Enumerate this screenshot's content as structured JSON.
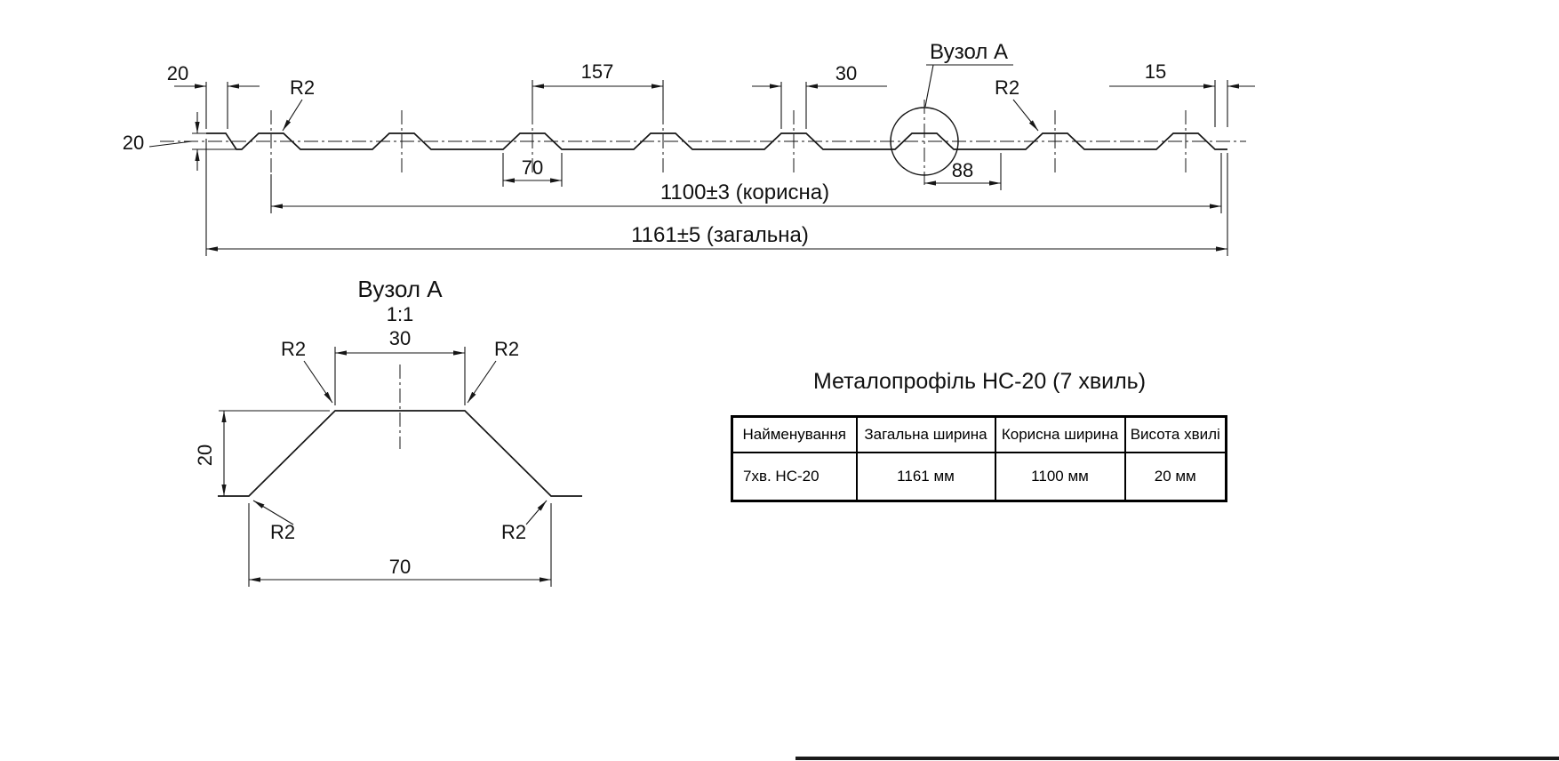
{
  "drawing": {
    "section": {
      "dim_edge_left_top": "20",
      "dim_left_height": "20",
      "r2_left": "R2",
      "dim_pitch": "157",
      "dim_rib_top": "30",
      "node_ref": "Вузол А",
      "r2_right": "R2",
      "dim_edge_right": "15",
      "dim_rib_bottom": "70",
      "dim_overlap": "88",
      "dim_useful": "1100±3 (корисна)",
      "dim_total": "1161±5 (загальна)"
    },
    "detail": {
      "title": "Вузол А",
      "scale": "1:1",
      "dim_top_width": "30",
      "dim_height": "20",
      "dim_bottom_width": "70",
      "r2_top_left": "R2",
      "r2_top_right": "R2",
      "r2_bottom_left": "R2",
      "r2_bottom_right": "R2"
    }
  },
  "table": {
    "title": "Металопрофіль НС-20 (7 хвиль)",
    "headers": [
      "Найменування",
      "Загальна ширина",
      "Корисна ширина",
      "Висота хвилі"
    ],
    "rows": [
      [
        "7хв. НС-20",
        "1161 мм",
        "1100 мм",
        "20 мм"
      ]
    ]
  }
}
